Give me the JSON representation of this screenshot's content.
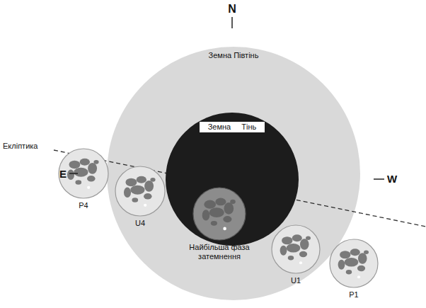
{
  "diagram": {
    "nodes": [
      {
        "text": [
          "Земна Півтінь"
        ]
      },
      {
        "text": [
          "Земна Тінь"
        ],
        "in": 0
      },
      {
        "text": [
          "P4"
        ]
      },
      {
        "text": [
          "U4"
        ],
        "in": 0
      },
      {
        "text": [
          "Найбільша фаза затемнення"
        ],
        "in": 1
      },
      {
        "text": [
          "U1"
        ],
        "in": 0
      },
      {
        "text": [
          "P1"
        ]
      }
    ],
    "labels": [
      "N",
      "Екліптика",
      "E",
      "W"
    ]
  }
}
